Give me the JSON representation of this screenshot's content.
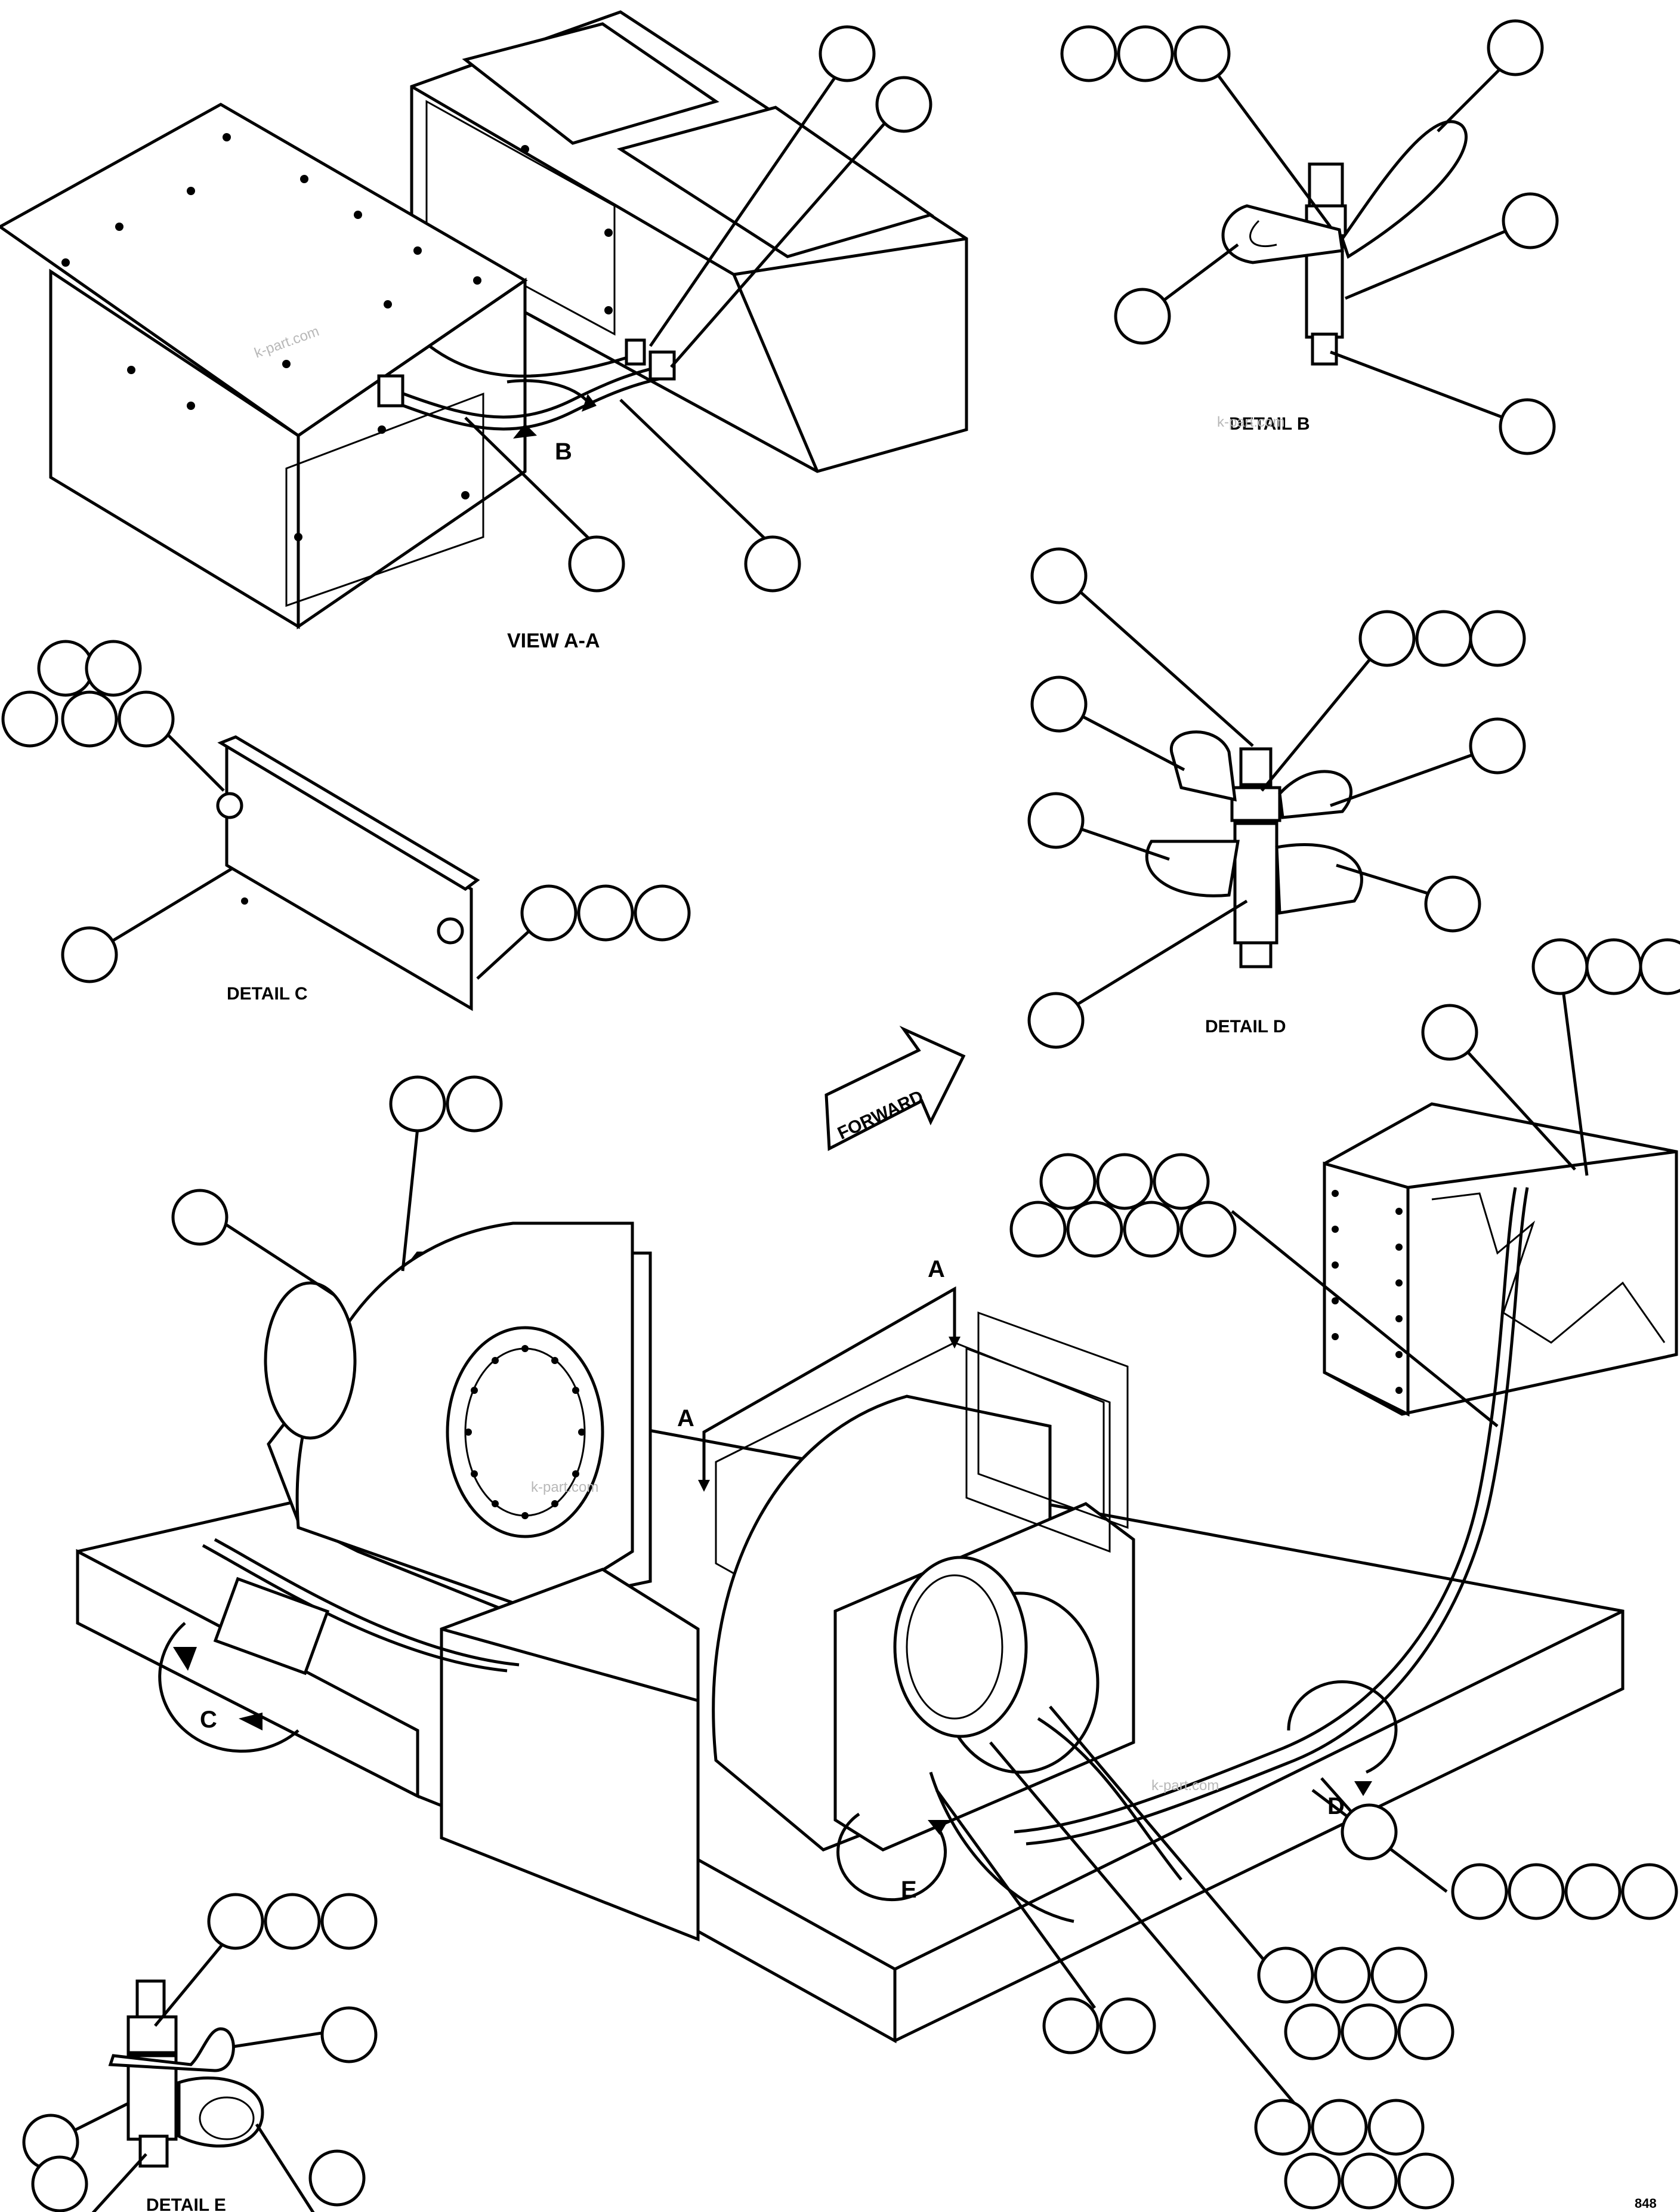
{
  "labels": {
    "view_aa": "VIEW A-A",
    "detail_b": "DETAIL B",
    "detail_c": "DETAIL C",
    "detail_d": "DETAIL D",
    "detail_e": "DETAIL E",
    "forward": "FORWARD",
    "arrow_a": "A",
    "arrow_b": "B",
    "arrow_c": "C",
    "arrow_d": "D",
    "arrow_e": "E",
    "page_ref": "848"
  },
  "watermark": "k-part.com"
}
